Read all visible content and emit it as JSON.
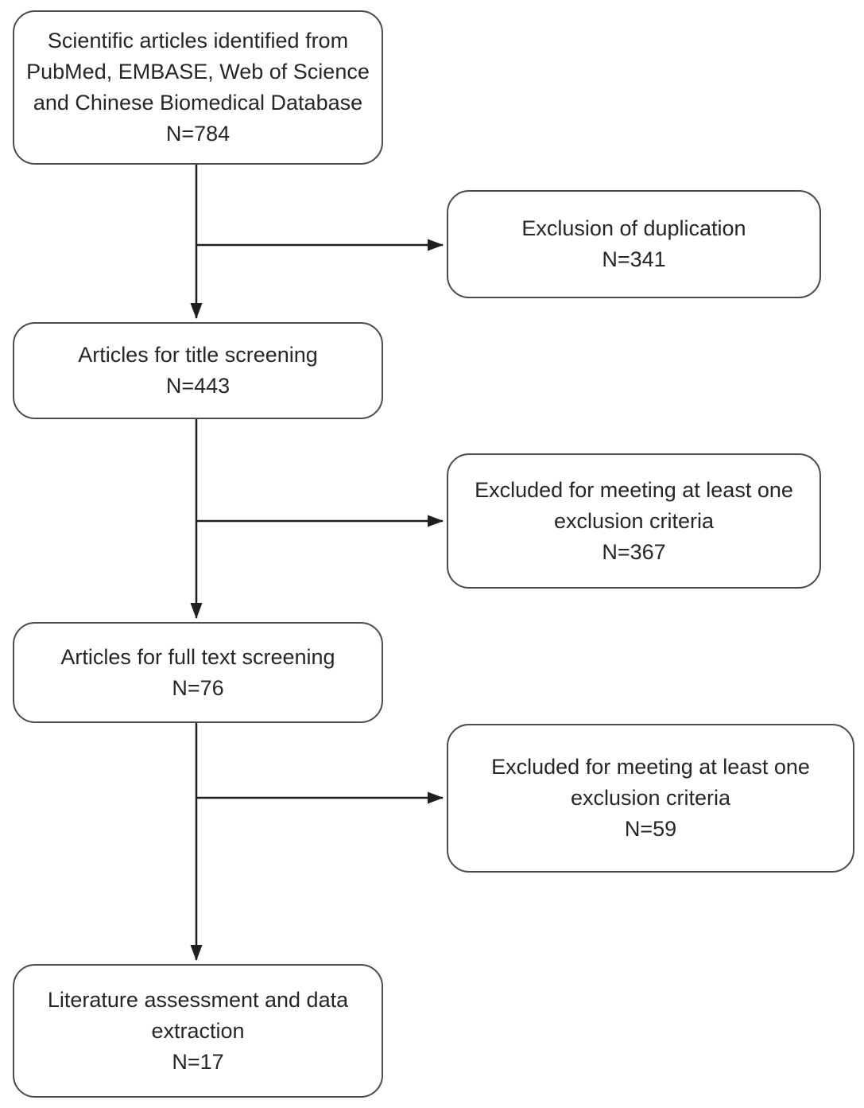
{
  "diagram": {
    "kind": "literature-screening-flowchart",
    "nodes": {
      "identified": {
        "lines": [
          "Scientific articles identified from",
          "PubMed, EMBASE, Web of Science",
          "and Chinese Biomedical Database",
          "N=784"
        ],
        "count": 784
      },
      "duplication_excluded": {
        "lines": [
          "Exclusion of duplication",
          "N=341"
        ],
        "count": 341
      },
      "title_screening": {
        "lines": [
          "Articles for title screening",
          "N=443"
        ],
        "count": 443
      },
      "title_excluded": {
        "lines": [
          "Excluded for meeting at least one",
          "exclusion criteria",
          "N=367"
        ],
        "count": 367
      },
      "fulltext_screening": {
        "lines": [
          "Articles for full text screening",
          "N=76"
        ],
        "count": 76
      },
      "fulltext_excluded": {
        "lines": [
          "Excluded for meeting at least one",
          "exclusion criteria",
          "N=59"
        ],
        "count": 59
      },
      "assessment": {
        "lines": [
          "Literature assessment and data",
          "extraction",
          "N=17"
        ],
        "count": 17
      }
    },
    "colors": {
      "box_border": "#4c4c4c",
      "arrow": "#1f1f1f",
      "text": "#262626",
      "background": "#ffffff"
    }
  }
}
